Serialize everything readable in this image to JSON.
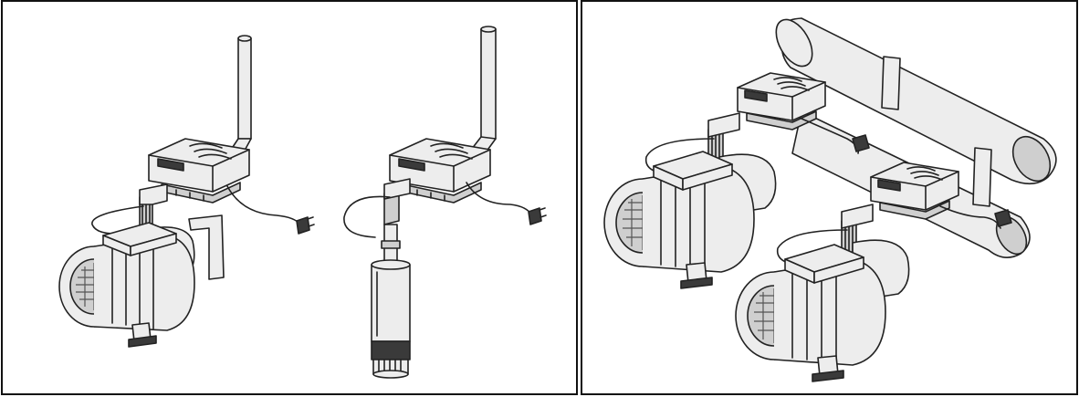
{
  "figure": {
    "panels": [
      {
        "id": "left",
        "illustrations": [
          "surface-pump-installation",
          "submersible-pump-installation"
        ]
      },
      {
        "id": "right",
        "illustrations": [
          "twin-pump-manifold-installation"
        ]
      }
    ]
  },
  "colors": {
    "line": "#222222",
    "fill_light": "#ededed",
    "fill_mid": "#cfcfcf",
    "fill_dark": "#3a3a3a",
    "border": "#111111",
    "background": "#ffffff"
  }
}
